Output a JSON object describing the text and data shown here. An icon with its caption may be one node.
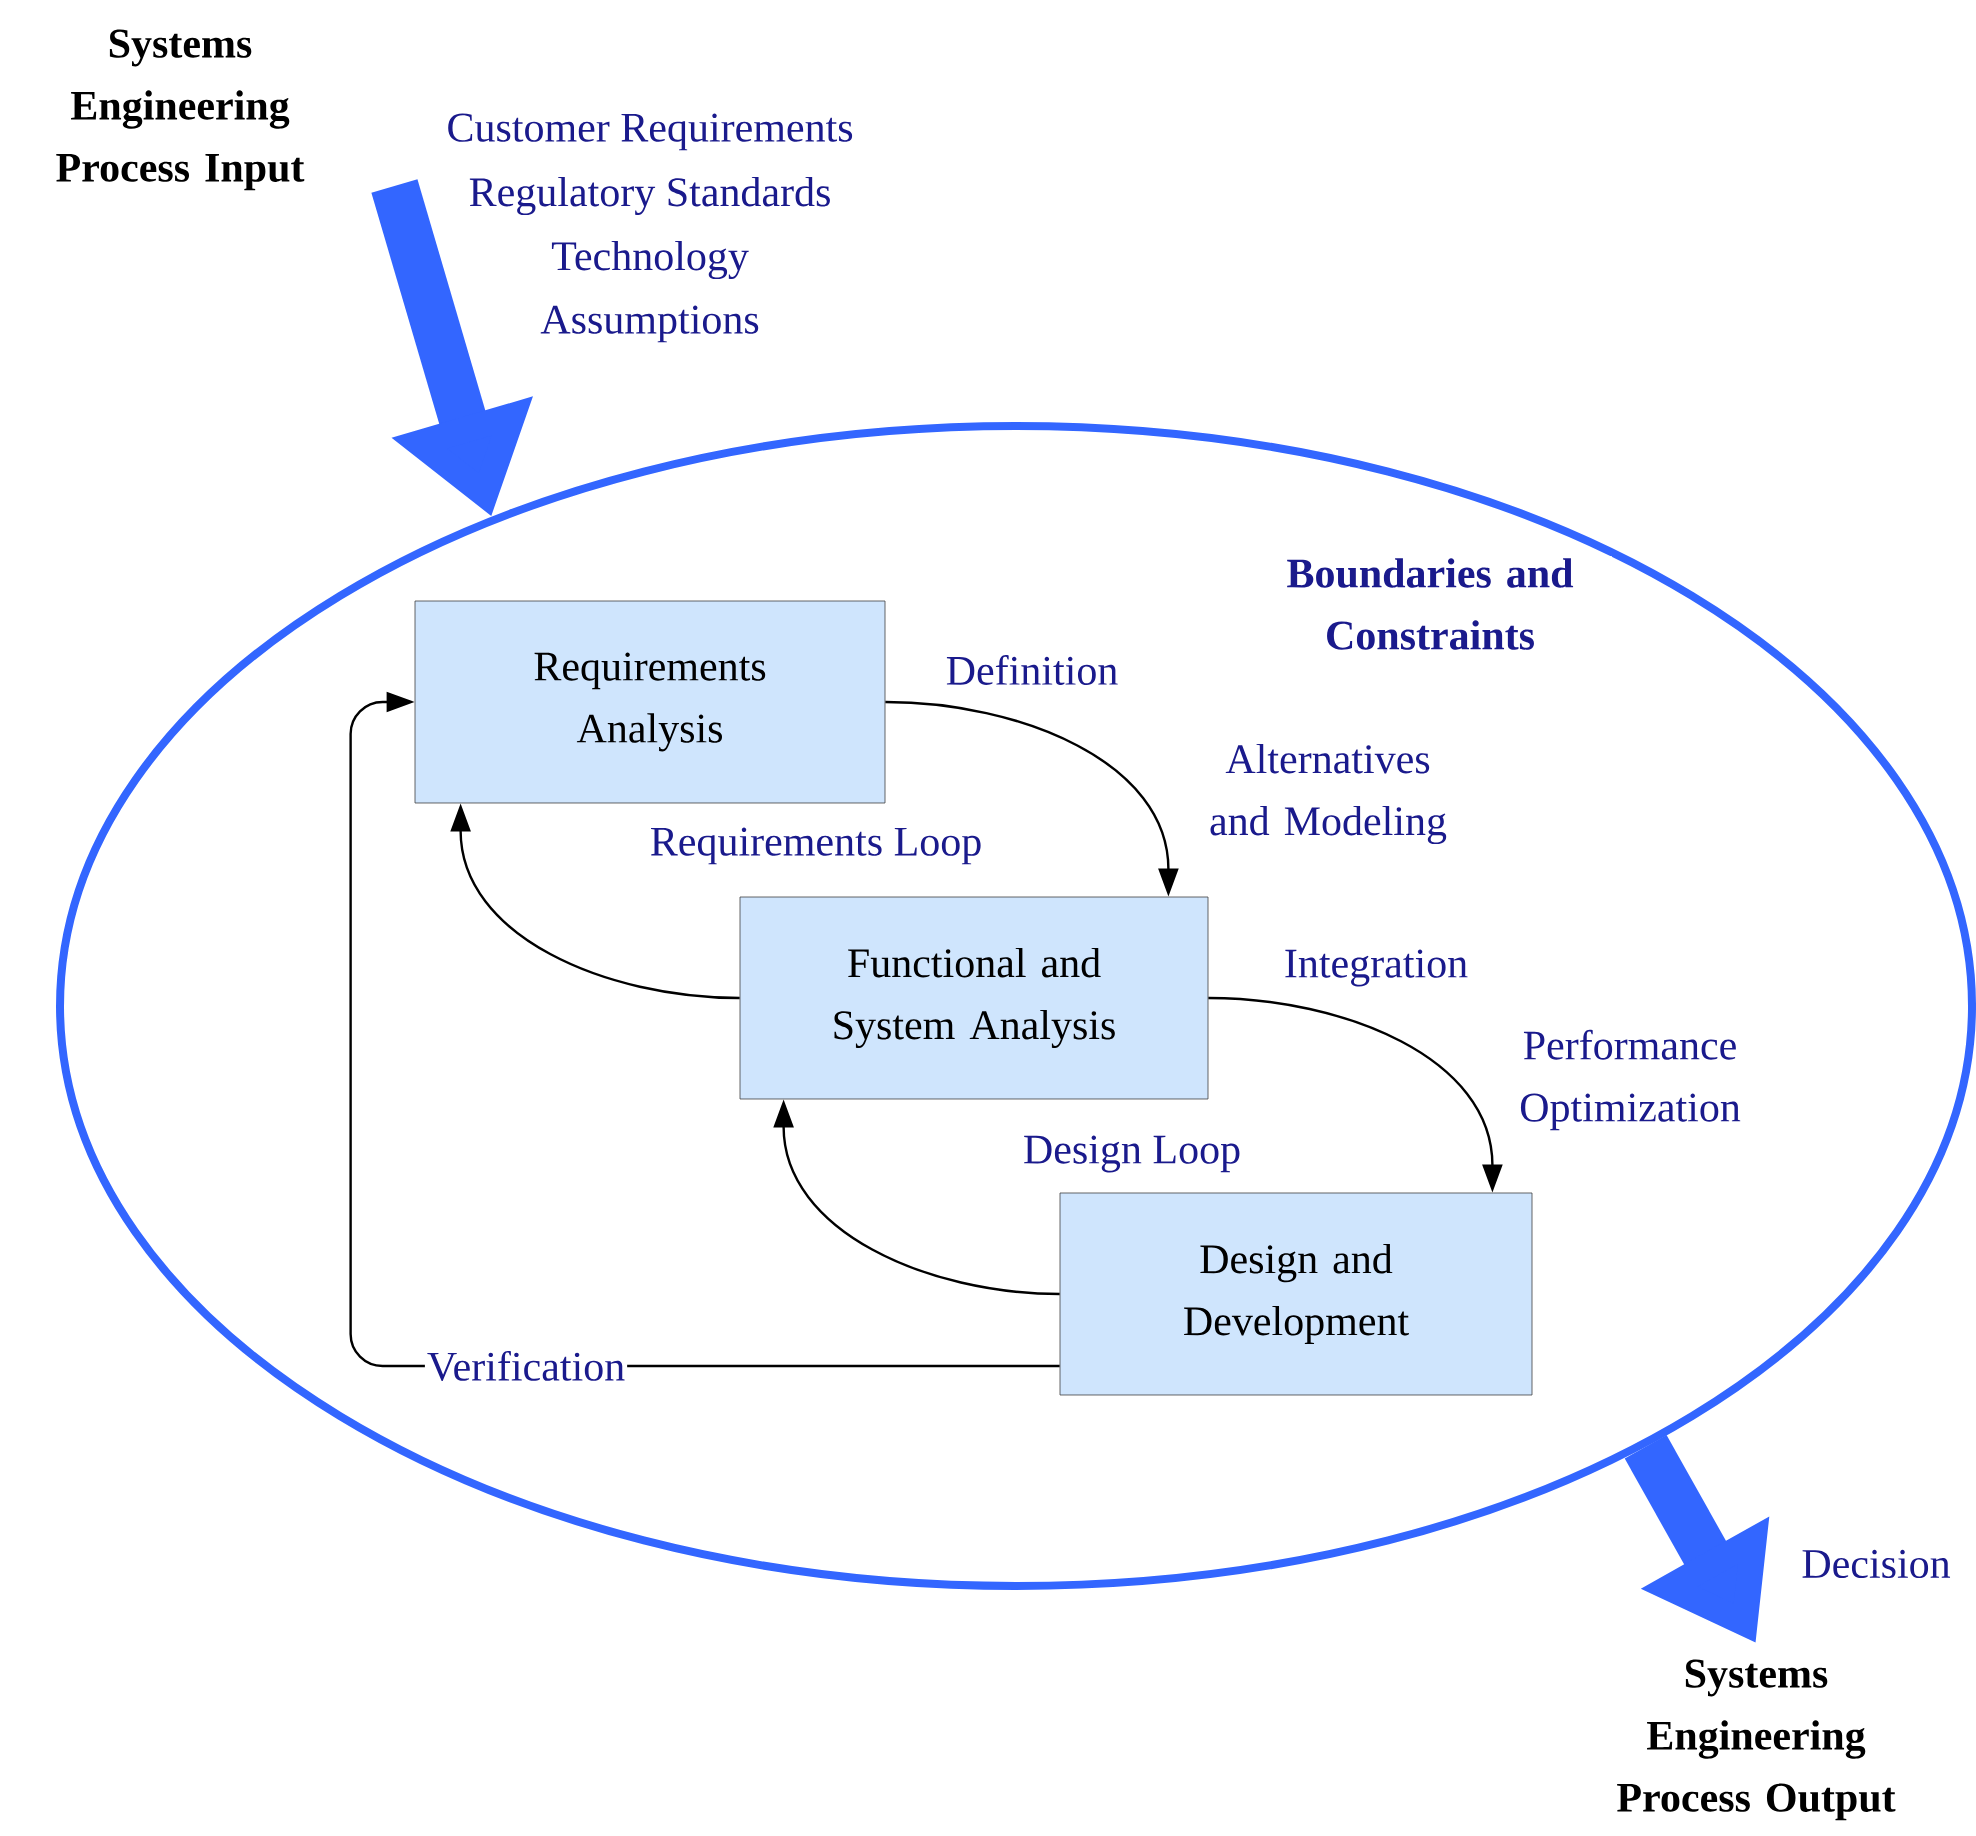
{
  "diagram": {
    "nodes": [
      {
        "text": [
          "Systems Engineering Process Input"
        ]
      },
      {
        "text": [
          "Boundaries and Constraints"
        ]
      },
      {
        "text": [
          "Requirements Analysis"
        ],
        "in": 1
      },
      {
        "text": [
          "Functional and System Analysis"
        ],
        "in": 1
      },
      {
        "text": [
          "Design and Development"
        ],
        "in": 1
      },
      {
        "text": [
          "Systems Engineering Process Output"
        ]
      }
    ],
    "edges": [
      {
        "from": 0,
        "to": 1,
        "arrow": "to",
        "style": "thick",
        "color": "#3366ff"
      },
      {
        "from": 1,
        "to": 5,
        "arrow": "to",
        "style": "thick",
        "color": "#3366ff"
      },
      {
        "from": 2,
        "to": 3,
        "arrow": "to",
        "label": "Definition"
      },
      {
        "from": 3,
        "to": 2,
        "arrow": "to",
        "label": "Requirements Loop"
      },
      {
        "from": 3,
        "to": 4,
        "arrow": "to",
        "label": "Integration"
      },
      {
        "from": 4,
        "to": 3,
        "arrow": "to",
        "label": "Design Loop"
      },
      {
        "from": 4,
        "to": 2,
        "arrow": "to",
        "label": "Verification"
      }
    ],
    "labels": [
      "Customer Requirements",
      "Regulatory Standards",
      "Technology",
      "Assumptions",
      "Alternatives and Modeling",
      "Performance Optimization",
      "Decision"
    ]
  }
}
